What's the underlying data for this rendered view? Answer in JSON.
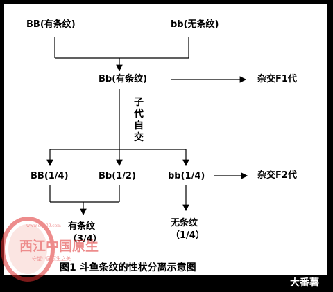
{
  "parents": {
    "left": "BB(有条纹)",
    "right": "bb(无条纹)"
  },
  "f1": {
    "genotype": "Bb(有条纹)",
    "label": "杂交F1代"
  },
  "selfing_label": "子代自交",
  "f2": {
    "bb_dominant": "BB(1/4)",
    "bb_hetero": "Bb(1/2)",
    "bb_recessive": "bb(1/4)",
    "label": "杂交F2代"
  },
  "phenotypes": {
    "striped": "有条纹",
    "striped_ratio": "（3/4）",
    "plain": "无条纹",
    "plain_ratio": "（1/4）"
  },
  "caption": "图1  斗鱼条纹的性状分离示意图",
  "signature": "大番薯",
  "watermark": {
    "site": "www.cqh20.com",
    "brand": "西江中国原生",
    "slogan": "守望中国原生之美"
  },
  "colors": {
    "background": "#000000",
    "panel": "#ffffff",
    "stroke": "#000000",
    "watermark": "#e03030"
  }
}
